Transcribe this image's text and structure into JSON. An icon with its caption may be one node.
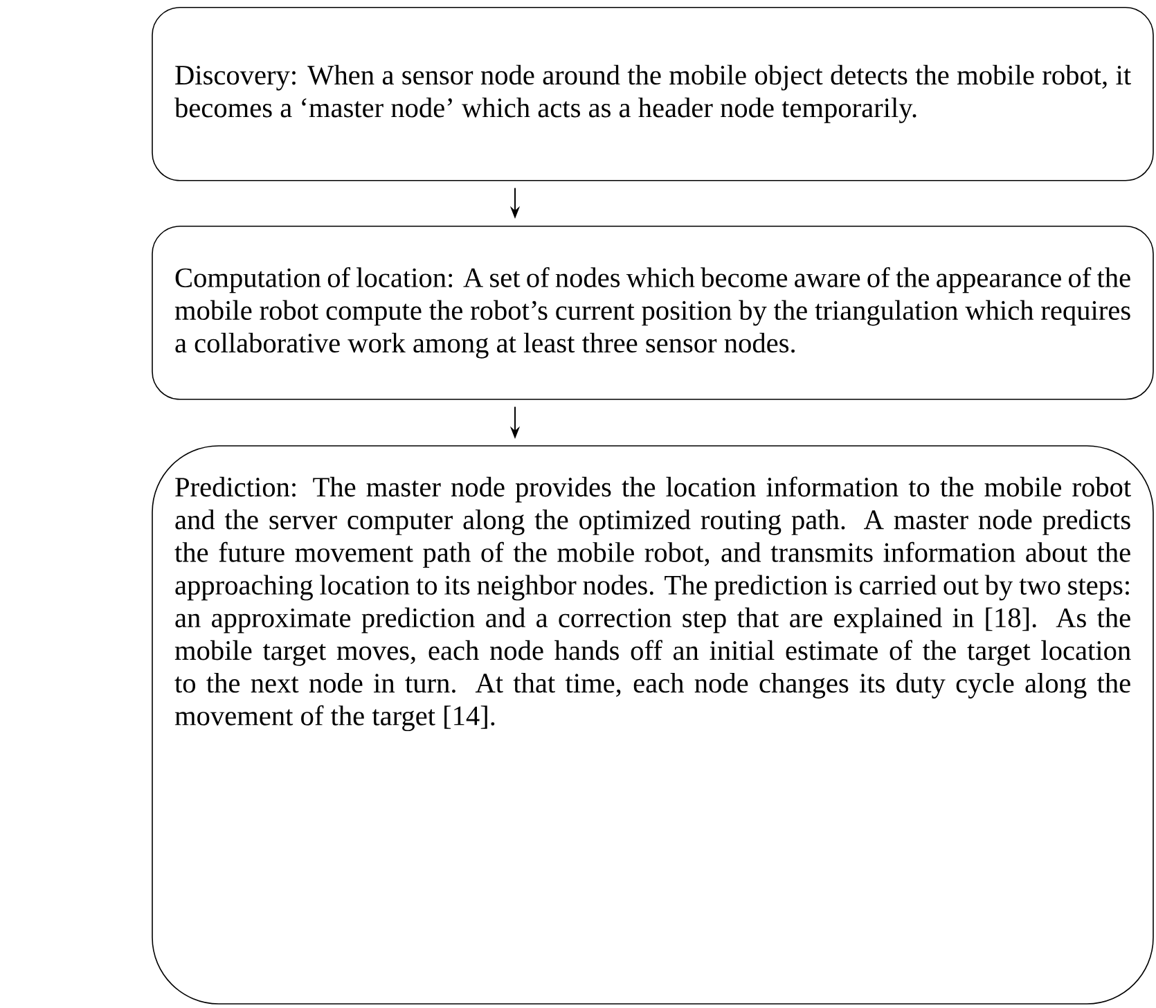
{
  "diagram": {
    "nodes": [
      {
        "text": [
          "Discovery: When a sensor node around the mobile object detects the mobile robot, it becomes a ‘master node’ which acts as a header node temporarily."
        ]
      },
      {
        "text": [
          "Computation of location: A set of nodes which become aware of the appearance of the mobile robot compute the robot’s current position by the triangulation which requires a collaborative work among at least three sensor nodes."
        ]
      },
      {
        "text": [
          "Prediction: The master node provides the location information to the mobile robot and the server computer along the optimized routing path. A master node predicts the future movement path of the mobile robot, and transmits information about the approaching location to its neighbor nodes. The prediction is carried out by two steps: an approximate prediction and a correction step that are explained in [18]. As the mobile target moves, each node hands off an initial estimate of the target location to the next node in turn. At that time, each node changes its duty cycle along the movement of the target [14]."
        ]
      }
    ],
    "edges": [
      {
        "from": 0,
        "to": 1,
        "arrow": "to"
      },
      {
        "from": 1,
        "to": 2,
        "arrow": "to"
      }
    ]
  }
}
